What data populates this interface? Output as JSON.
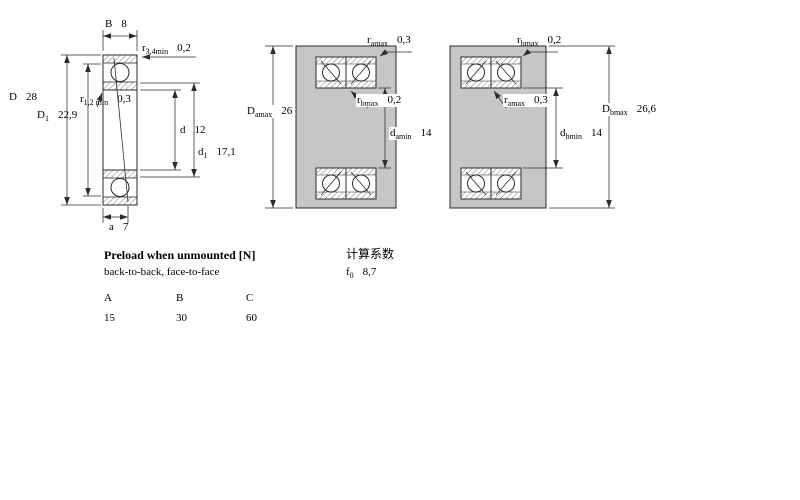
{
  "colors": {
    "housing_gray": "#c6c6c6"
  },
  "figure1": {
    "B": {
      "main": "B",
      "sub": "",
      "value": "8"
    },
    "r34": {
      "main": "r",
      "sub": "3,4min",
      "value": "0,2"
    },
    "D": {
      "main": "D",
      "sub": "",
      "value": "28"
    },
    "D1": {
      "main": "D",
      "sub": "1",
      "value": "22,9"
    },
    "r12": {
      "main": "r",
      "sub": "1,2 min",
      "value": "0,3"
    },
    "d": {
      "main": "d",
      "sub": "",
      "value": "12"
    },
    "d1": {
      "main": "d",
      "sub": "1",
      "value": "17,1"
    },
    "a": {
      "main": "a",
      "sub": "",
      "value": "7"
    }
  },
  "figure2": {
    "ramax": {
      "main": "r",
      "sub": "amax",
      "value": "0,3"
    },
    "Damax": {
      "main": "D",
      "sub": "amax",
      "value": "26"
    },
    "rbmax": {
      "main": "r",
      "sub": "bmax",
      "value": "0,2"
    },
    "damin": {
      "main": "d",
      "sub": "amin",
      "value": "14"
    }
  },
  "figure3": {
    "rbmax": {
      "main": "r",
      "sub": "bmax",
      "value": "0,2"
    },
    "ramax": {
      "main": "r",
      "sub": "amax",
      "value": "0,3"
    },
    "Dbmax": {
      "main": "D",
      "sub": "bmax",
      "value": "26,6"
    },
    "dbmin": {
      "main": "d",
      "sub": "bmin",
      "value": "14"
    }
  },
  "preload": {
    "title": "Preload when unmounted [N]",
    "subtitle": "back-to-back, face-to-face",
    "columns": [
      "A",
      "B",
      "C"
    ],
    "values": [
      "15",
      "30",
      "60"
    ]
  },
  "factors": {
    "title": "计算系数",
    "f0": {
      "main": "f",
      "sub": "0",
      "value": "8,7"
    }
  }
}
